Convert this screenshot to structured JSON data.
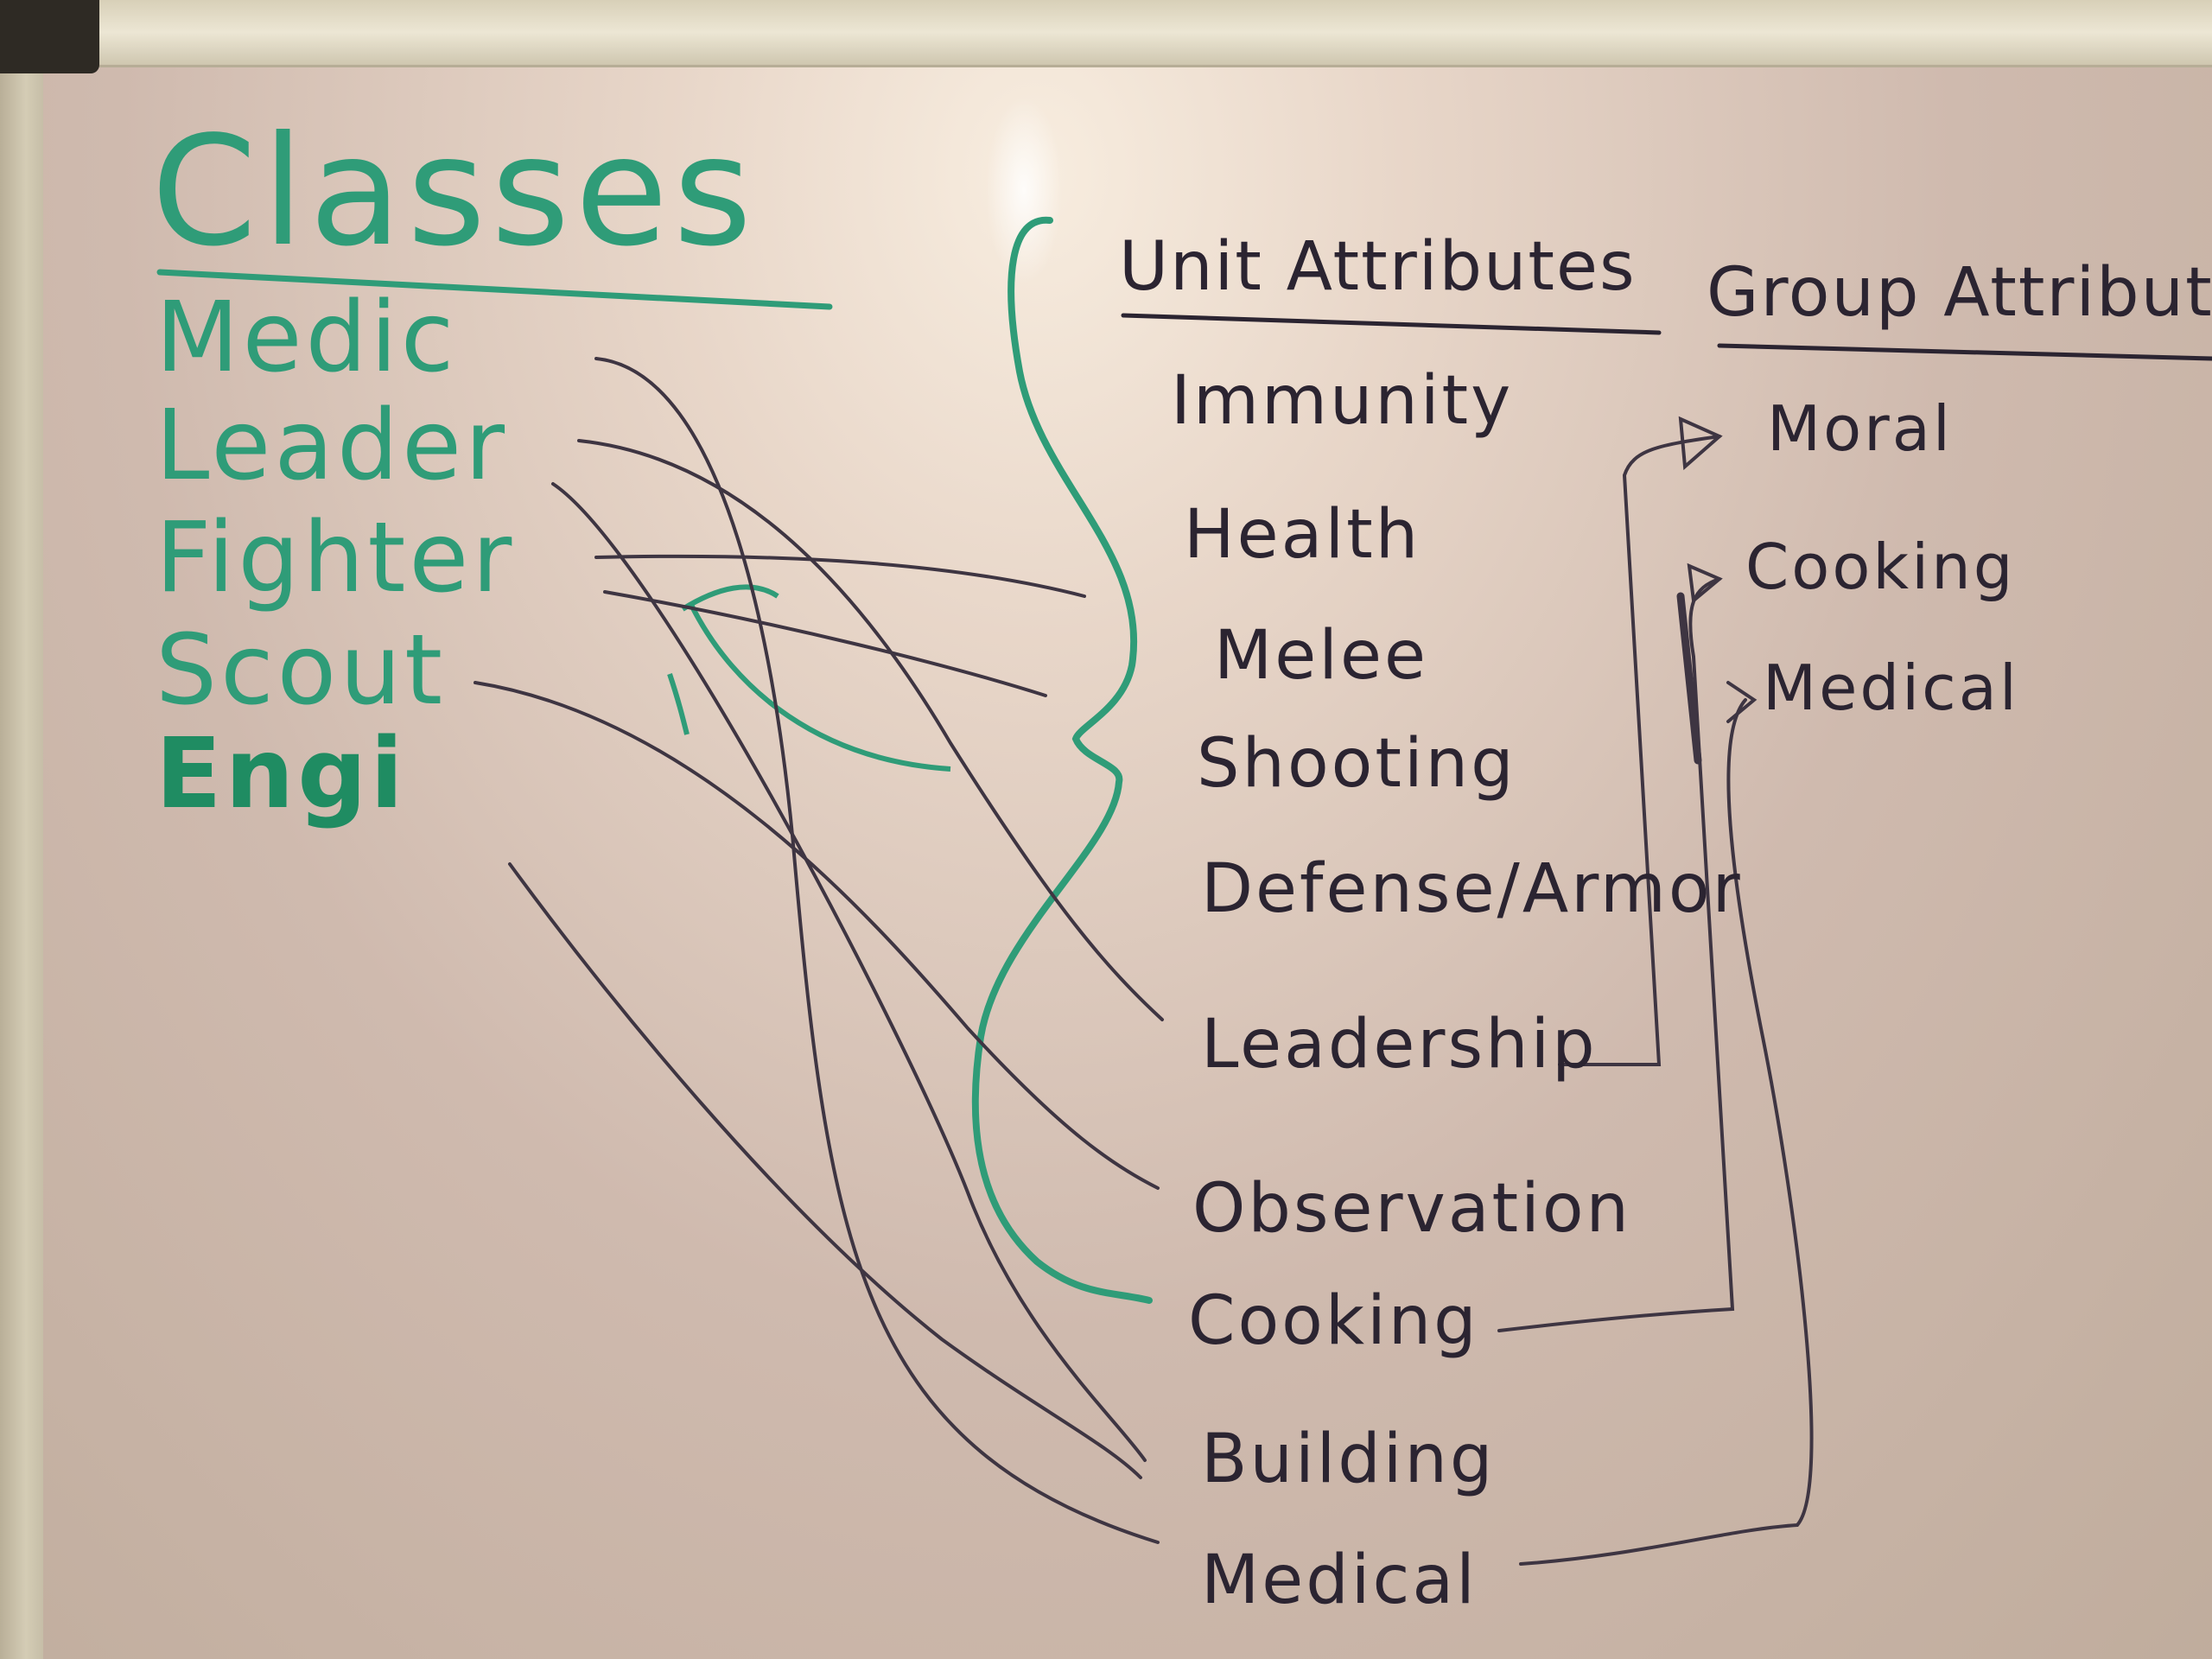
{
  "board": {
    "classes_title": "Classes",
    "classes": [
      "Medic",
      "Leader",
      "Fighter",
      "Scout",
      "Engi"
    ],
    "unit_attributes_title": "Unit Attributes",
    "unit_attributes": [
      "Immunity",
      "Health",
      "Melee",
      "Shooting",
      "Defense/Armor",
      "Leadership",
      "Observation",
      "Cooking",
      "Building",
      "Medical"
    ],
    "group_attributes_title": "Group Attributes",
    "group_attributes": [
      "Moral",
      "Cooking",
      "Medical"
    ]
  },
  "colors": {
    "class_ink": "#2f9c78",
    "attribute_ink": "#2b2431",
    "connector_ink": "#3e3542",
    "brace_ink": "#2f9c78"
  }
}
